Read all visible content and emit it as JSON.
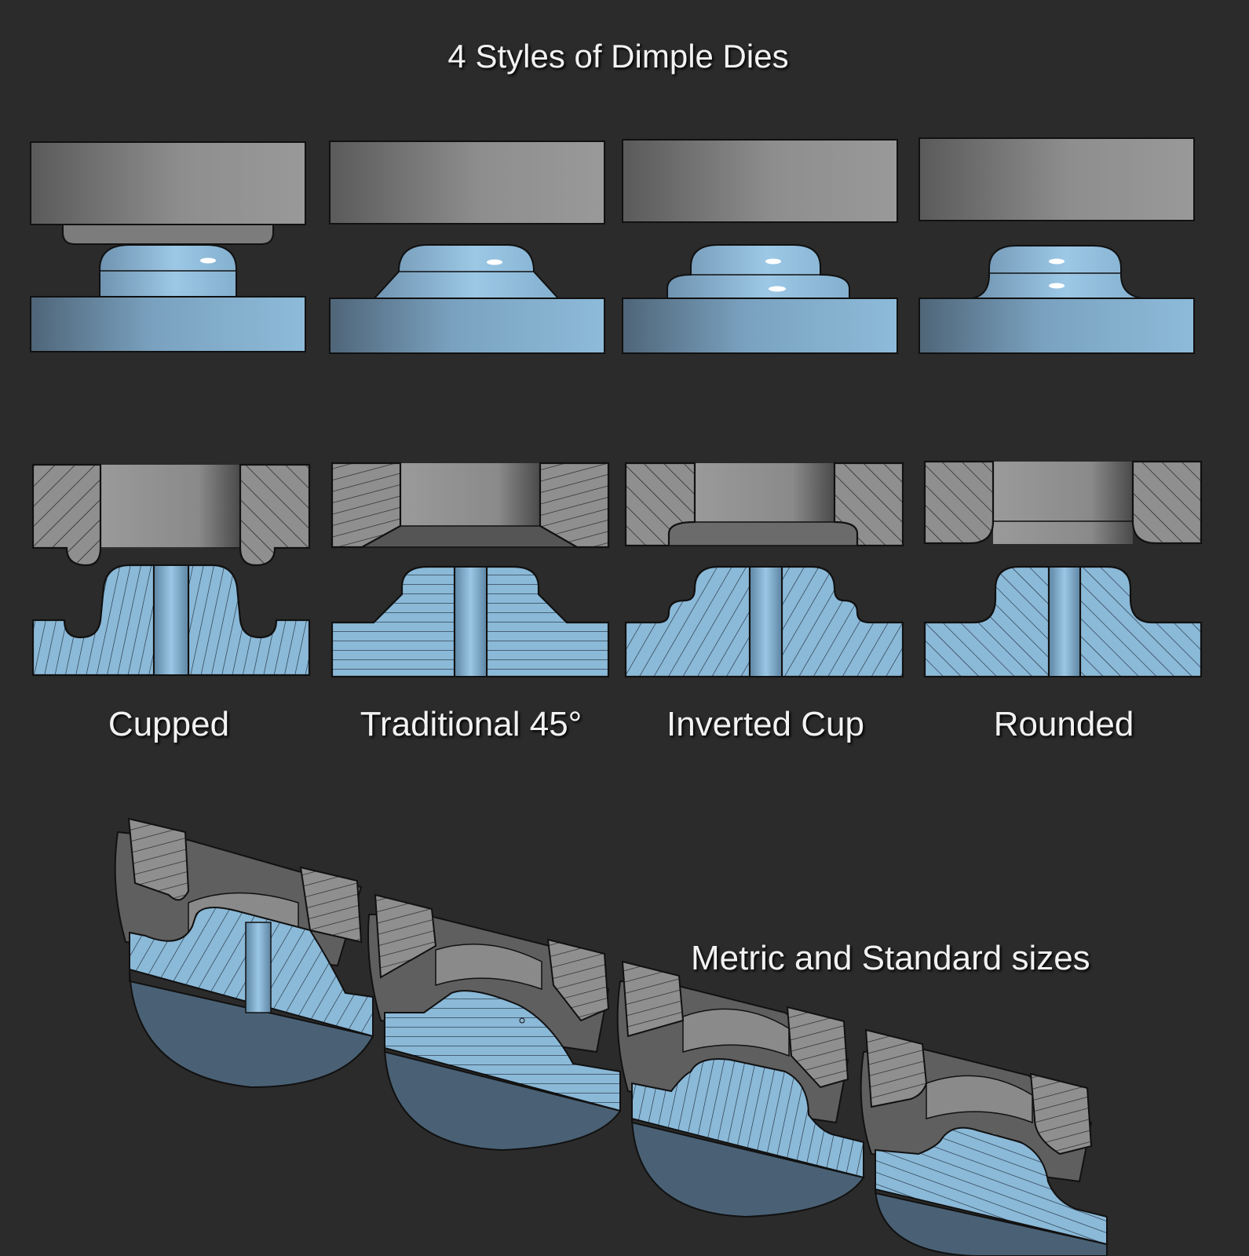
{
  "title": "4 Styles of Dimple Dies",
  "styles": [
    {
      "label": "Cupped"
    },
    {
      "label": "Traditional 45°"
    },
    {
      "label": "Inverted Cup"
    },
    {
      "label": "Rounded"
    }
  ],
  "subtitle": "Metric and Standard sizes",
  "colors": {
    "background": "#2b2b2b",
    "steel": "#8a8a8a",
    "blue_part": "#8bb9d8",
    "outline": "#111111"
  }
}
